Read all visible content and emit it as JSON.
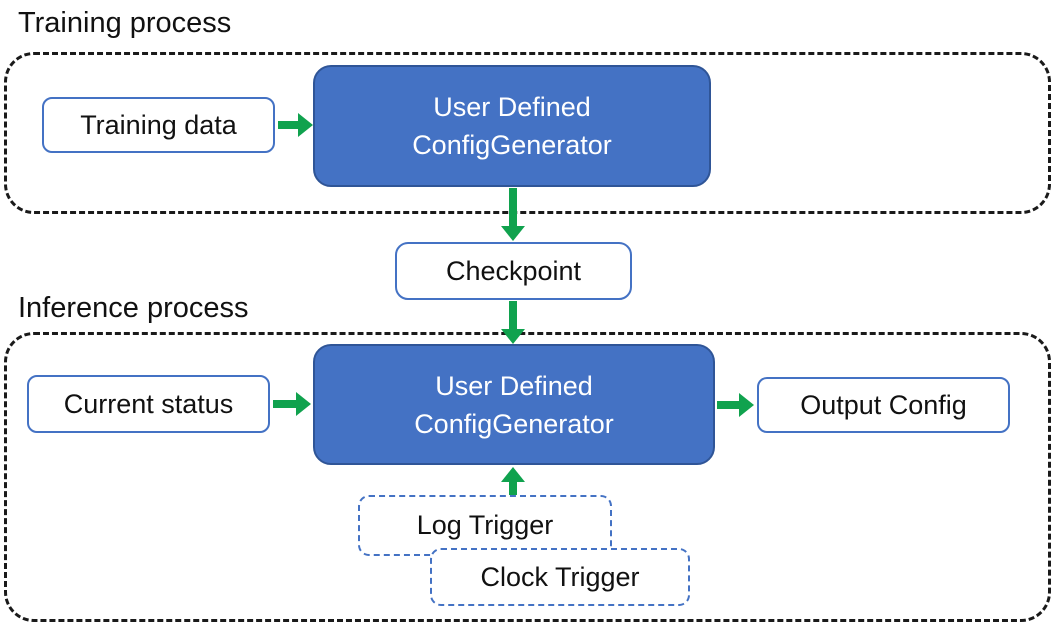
{
  "colors": {
    "generator_fill": "#4472C4",
    "generator_border": "#2F5597",
    "io_box_border": "#4472C4",
    "trigger_border": "#4472C4",
    "arrow_green": "#10A24E",
    "container_dash": "#1a1a1a"
  },
  "training": {
    "title": "Training process",
    "input_label": "Training data",
    "generator_line1": "User Defined",
    "generator_line2": "ConfigGenerator"
  },
  "checkpoint": {
    "label": "Checkpoint"
  },
  "inference": {
    "title": "Inference process",
    "input_label": "Current status",
    "generator_line1": "User Defined",
    "generator_line2": "ConfigGenerator",
    "output_label": "Output Config",
    "log_trigger_label": "Log Trigger",
    "clock_trigger_label": "Clock Trigger"
  }
}
